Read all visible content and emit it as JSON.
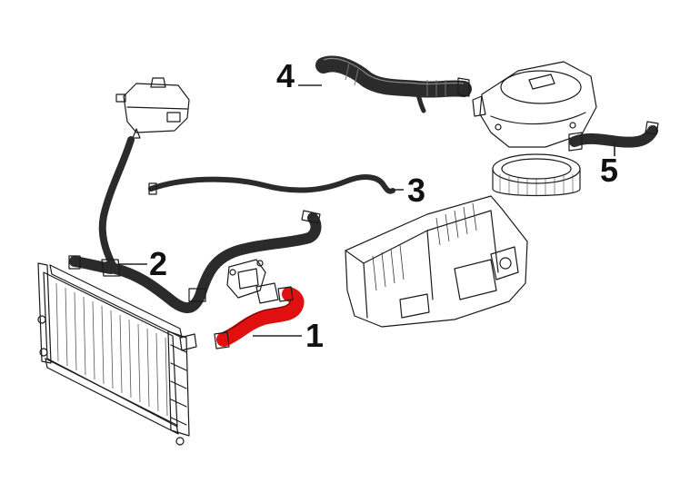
{
  "colors": {
    "highlight": "#e01010",
    "hose": "#2b2b2b",
    "outline": "#1a1a1a",
    "background": "#ffffff"
  },
  "callouts": [
    {
      "number": "1"
    },
    {
      "number": "2"
    },
    {
      "number": "3"
    },
    {
      "number": "4"
    },
    {
      "number": "5"
    }
  ]
}
